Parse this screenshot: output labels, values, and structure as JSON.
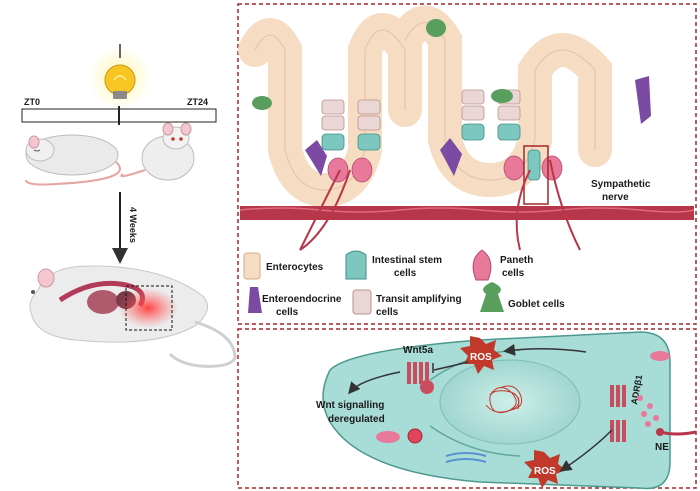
{
  "timeline": {
    "start_label": "ZT0",
    "end_label": "ZT24",
    "duration_label": "4 Weeks"
  },
  "legend": {
    "enterocytes": "Enterocytes",
    "stem_line1": "Intestinal stem",
    "stem_line2": "cells",
    "paneth_line1": "Paneth",
    "paneth_line2": "cells",
    "entero_line1": "Enteroendocrine",
    "entero_line2": "cells",
    "transit_line1": "Transit amplifying",
    "transit_line2": "cells",
    "goblet": "Goblet cells"
  },
  "crypt_panel": {
    "nerve_line1": "Sympathetic",
    "nerve_line2": "nerve"
  },
  "cell_panel": {
    "wnt5a": "Wnt5a",
    "ros_top": "ROS",
    "ros_bottom": "ROS",
    "receptor": "ADRβ1",
    "ne": "NE",
    "wnt_line1": "Wnt signalling",
    "wnt_line2": "deregulated"
  },
  "colors": {
    "frame": "#a6262a",
    "enterocyte": "#f6dcc3",
    "stem": "#7cc7bf",
    "paneth": "#e8799a",
    "enteroendocrine": "#7b4aa3",
    "transit": "#ead7d5",
    "goblet": "#5a9e5e",
    "cell_body": "#a8dcd6"
  }
}
